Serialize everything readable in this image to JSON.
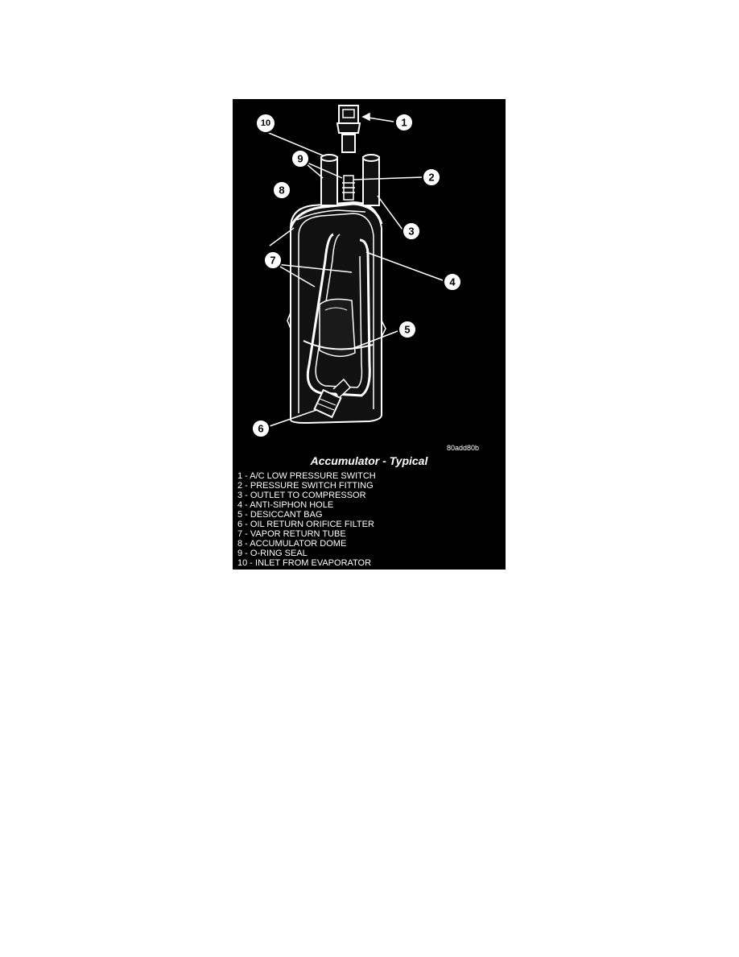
{
  "figure": {
    "code": "80add80b",
    "title": "Accumulator - Typical",
    "callouts": [
      "1",
      "2",
      "3",
      "4",
      "5",
      "6",
      "7",
      "8",
      "9",
      "10"
    ],
    "legend": [
      "1 - A/C LOW PRESSURE SWITCH",
      "2 - PRESSURE SWITCH FITTING",
      "3 - OUTLET TO COMPRESSOR",
      "4 - ANTI-SIPHON HOLE",
      "5 - DESICCANT BAG",
      "6 - OIL RETURN ORIFICE FILTER",
      "7 - VAPOR RETURN TUBE",
      "8 - ACCUMULATOR DOME",
      "9 - O-RING SEAL",
      "10 - INLET FROM EVAPORATOR"
    ]
  },
  "colors": {
    "background": "#000000",
    "line_art": "#ffffff",
    "page": "#ffffff"
  }
}
